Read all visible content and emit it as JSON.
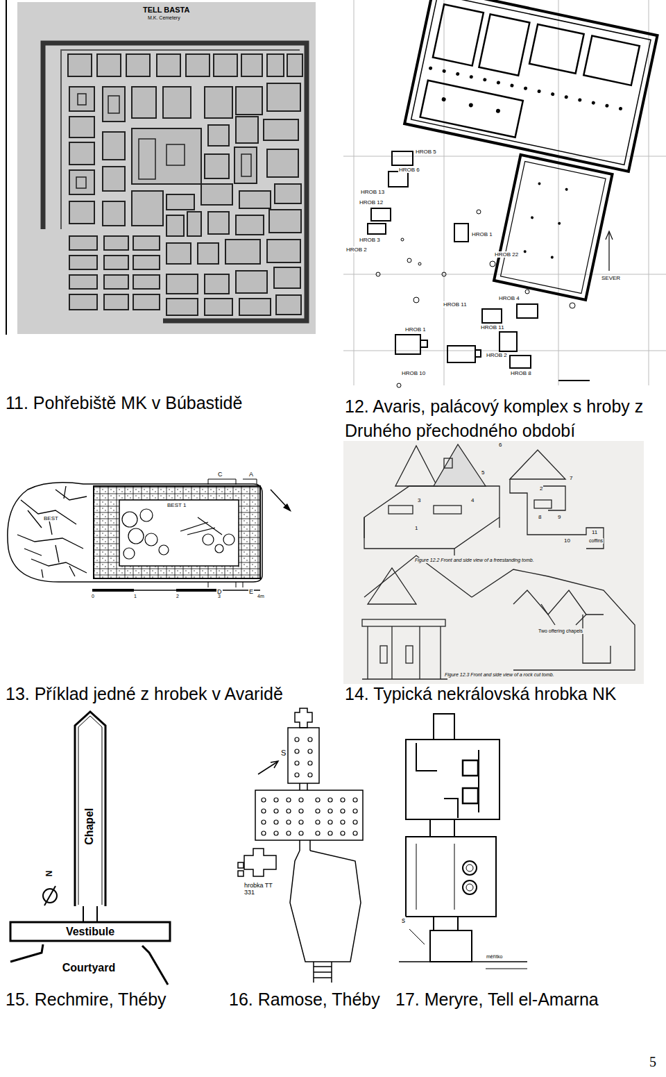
{
  "diagram": {
    "labels": [
      "TELL BASTA",
      "M.K. Cemetery",
      "11. Pohřebiště MK v Búbastidě",
      "HROB 5",
      "HROB 6",
      "HROB 13",
      "HROB 12",
      "HROB 3",
      "HROB 2",
      "HROB 1",
      "HROB 22",
      "SEVER",
      "HROB 4",
      "HROB 11",
      "HROB 1",
      "HROB 11",
      "HROB 2",
      "HROB 10",
      "HROB 8",
      "12. Avaris, palácový komplex s hroby z Druhého přechodného období",
      "BEST",
      "BEST 1",
      "C",
      "A",
      "D",
      "E",
      "0",
      "1",
      "2",
      "3",
      "4m",
      "13. Příklad jedné z hrobek v Avaridě",
      "6",
      "5",
      "7",
      "2",
      "8",
      "3",
      "4",
      "9",
      "1",
      "11",
      "10",
      "coffins",
      "Figure 12.2 Front and side view of a freestanding tomb.",
      "Two offering chapels",
      "Figure 12.3 Front and side view of a rock cut tomb.",
      "14. Typická nekrálovská hrobka NK",
      "N",
      "Chapel",
      "Vestibule",
      "Courtyard",
      "15. Rechmire, Théby",
      "S",
      "hrobka TT 331",
      "16. Ramose, Théby",
      "s",
      "měřítko",
      "17. Meryre, Tell el-Amarna",
      "5"
    ]
  }
}
